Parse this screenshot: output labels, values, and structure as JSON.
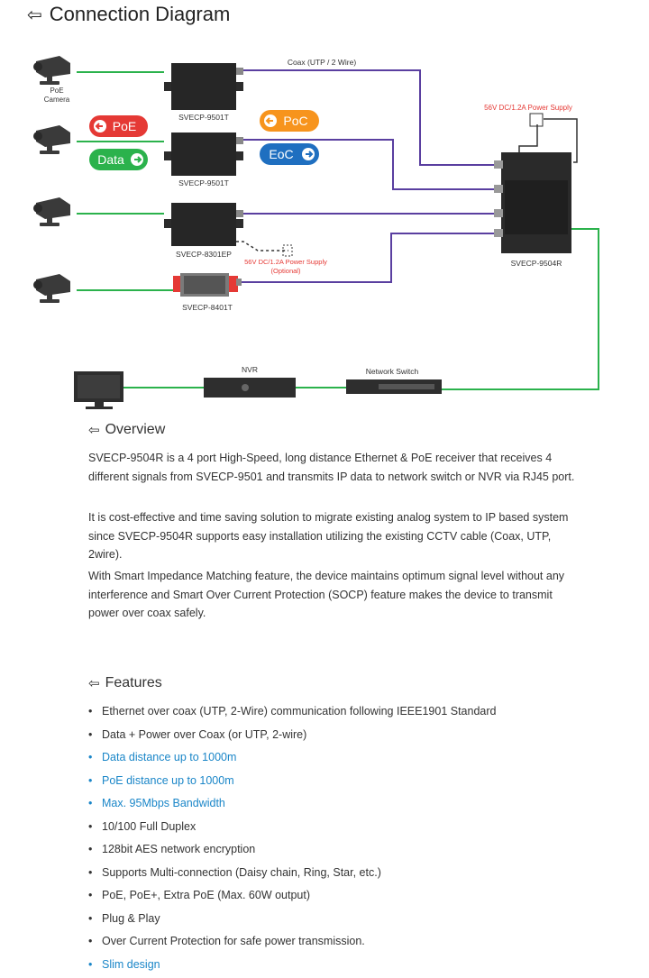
{
  "title": "Connection Diagram",
  "diagram": {
    "coax_label": "Coax (UTP / 2 Wire)",
    "poe_camera_line1": "PoE",
    "poe_camera_line2": "Camera",
    "devices": {
      "tx1": "SVECP-9501T",
      "tx2": "SVECP-9501T",
      "tx3": "SVECP-8301EP",
      "tx4": "SVECP-8401T",
      "receiver": "SVECP-9504R",
      "nvr": "NVR",
      "switch": "Network Switch"
    },
    "power_top": "56V DC/1.2A Power Supply",
    "power_opt_line1": "56V DC/1.2A Power Supply",
    "power_opt_line2": "(Optional)",
    "badges": {
      "poe": "PoE",
      "data": "Data",
      "poc": "PoC",
      "eoc": "EoC"
    },
    "colors": {
      "ethernet": "#2bb24c",
      "coax": "#5a3fa0",
      "poe_badge": "#e53935",
      "data_badge": "#2bb24c",
      "poc_badge": "#f7941d",
      "eoc_badge": "#1f6fc0",
      "power_text": "#e53935"
    }
  },
  "overview": {
    "title": "Overview",
    "p1": "SVECP-9504R is a 4 port High-Speed, long distance Ethernet & PoE receiver that receives 4 different signals from SVECP-9501 and transmits IP data to network switch or NVR via RJ45 port.",
    "p2": "It is cost-effective and time saving solution to migrate existing analog system to IP based system since SVECP-9504R supports easy installation utilizing the existing CCTV cable (Coax, UTP, 2wire).",
    "p3": "With Smart Impedance Matching feature, the device maintains optimum signal level without any interference and Smart Over Current Protection (SOCP) feature makes the device to transmit power over coax safely."
  },
  "features": {
    "title": "Features",
    "highlight_color": "#1a86c8",
    "items": [
      {
        "text": "Ethernet over coax (UTP, 2-Wire) communication following IEEE1901 Standard",
        "hl": false
      },
      {
        "text": "Data + Power over Coax (or UTP, 2-wire)",
        "hl": false
      },
      {
        "text": "Data distance up to 1000m",
        "hl": true
      },
      {
        "text": "PoE distance up to 1000m",
        "hl": true
      },
      {
        "text": "Max. 95Mbps Bandwidth",
        "hl": true
      },
      {
        "text": "10/100 Full Duplex",
        "hl": false
      },
      {
        "text": "128bit AES network encryption",
        "hl": false
      },
      {
        "text": "Supports Multi-connection (Daisy chain, Ring, Star, etc.)",
        "hl": false
      },
      {
        "text": "PoE, PoE+, Extra PoE (Max. 60W output)",
        "hl": false
      },
      {
        "text": "Plug & Play",
        "hl": false
      },
      {
        "text": "Over Current Protection for safe power transmission.",
        "hl": false
      },
      {
        "text": "Slim design",
        "hl": true
      }
    ]
  }
}
